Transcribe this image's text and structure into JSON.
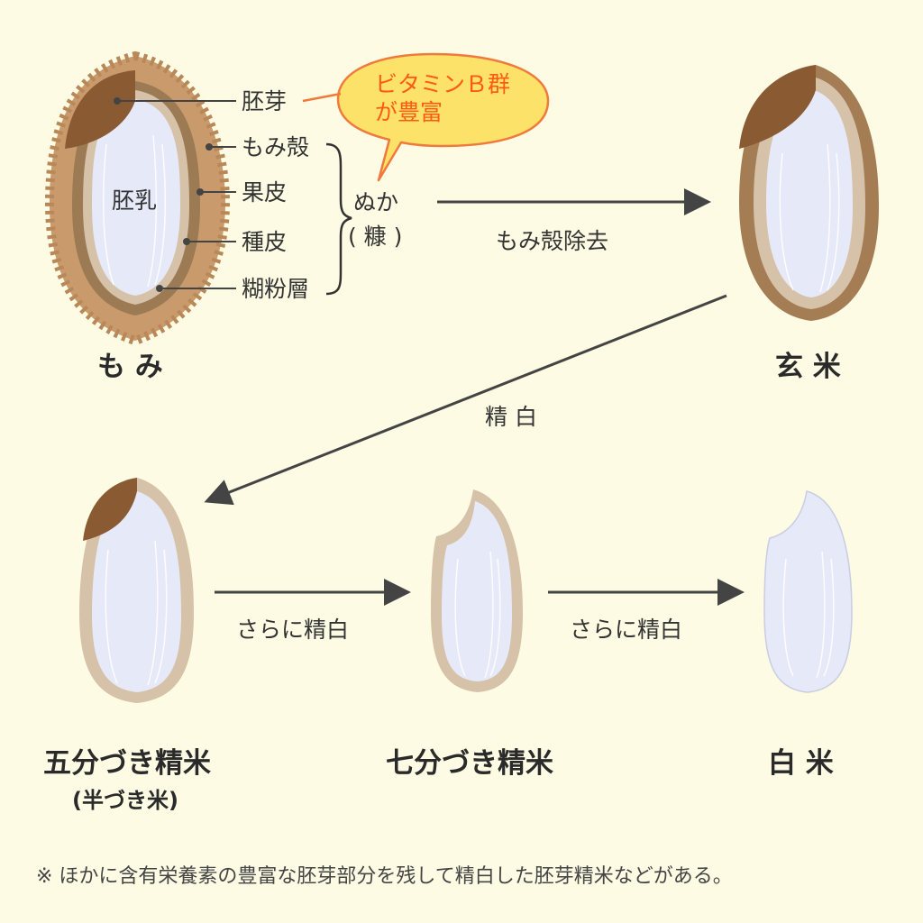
{
  "labels": {
    "paddy": "も み",
    "embryo": "胚芽",
    "endosperm": "胚乳",
    "husk": "もみ殻",
    "pericarp": "果皮",
    "seed_coat": "種皮",
    "aleurone": "糊粉層",
    "bran": "ぬか",
    "bran_kanji": "( 糠 )",
    "bubble_line1": "ビタミンＢ群",
    "bubble_line2": "が豊富",
    "husk_removal": "もみ殻除去",
    "brown_rice": "玄 米",
    "polishing": "精 白",
    "gobu": "五分づき精米",
    "gobu_sub": "(半づき米)",
    "nanabu": "七分づき精米",
    "white_rice": "白 米",
    "further1": "さらに精白",
    "further2": "さらに精白",
    "footnote": "※ ほかに含有栄養素の豊富な胚芽部分を残して精白した胚芽精米などがある。"
  },
  "colors": {
    "background": "#fdfbe3",
    "husk": "#c99b6c",
    "husk_dark": "#b98858",
    "bran_layer": "#9c7a54",
    "bran_light": "#d6c2a8",
    "embryo": "#8a5a32",
    "endosperm": "#e6e9f7",
    "bubble_fill": "#fde26a",
    "bubble_stroke": "#f07a3c",
    "bubble_text": "#ff5a14",
    "arrow": "#444444"
  }
}
